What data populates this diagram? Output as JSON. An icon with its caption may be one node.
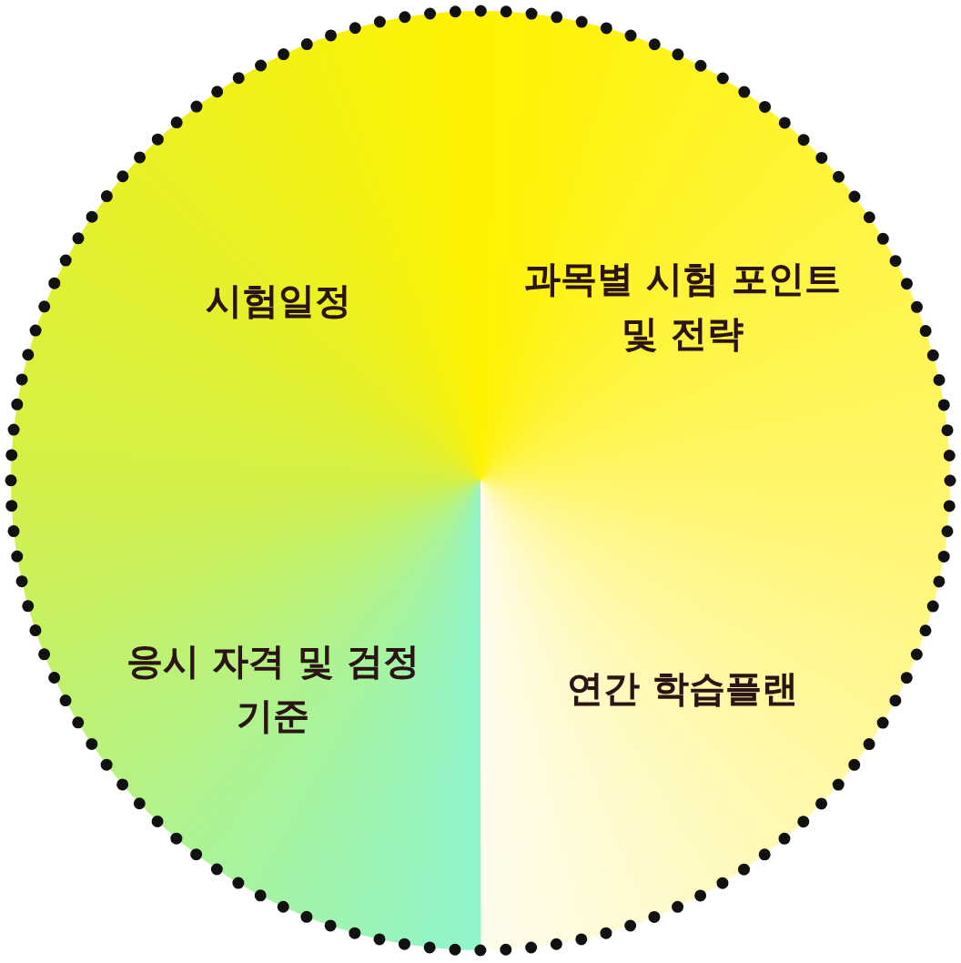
{
  "diagram": {
    "nodes": [
      {
        "text": [
          "시험일정"
        ]
      },
      {
        "text": [
          "과목별 시험 포인트 및 전략"
        ]
      },
      {
        "text": [
          "응시 자격 및 검정기준"
        ]
      },
      {
        "text": [
          "연간 학습플랜"
        ]
      }
    ]
  }
}
